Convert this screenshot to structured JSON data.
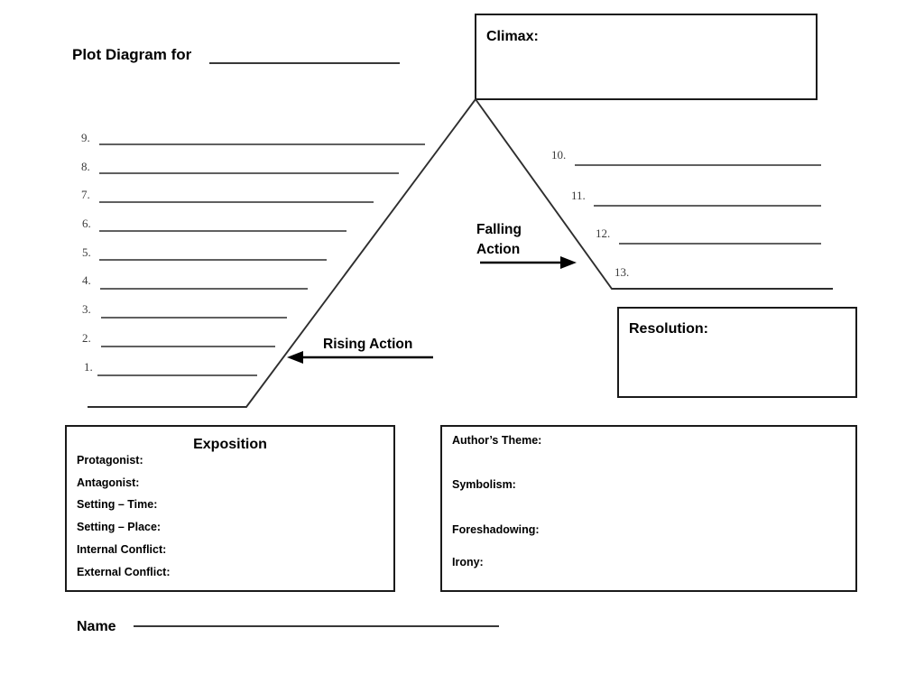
{
  "document": {
    "type": "plot-diagram-worksheet",
    "title_prefix": "Plot Diagram for",
    "title_blank": "",
    "name_label": "Name",
    "name_blank": ""
  },
  "colors": {
    "ink": "#000000",
    "line": "#2b2b2b",
    "box_border": "#1a1a1a",
    "number_ink": "#3a3a3a",
    "background": "#ffffff"
  },
  "climax": {
    "label": "Climax:",
    "value": ""
  },
  "resolution": {
    "label": "Resolution:",
    "value": ""
  },
  "stages": {
    "rising_action": "Rising Action",
    "falling_action_line1": "Falling",
    "falling_action_line2": "Action"
  },
  "rising_items": [
    {
      "number": "9.",
      "value": ""
    },
    {
      "number": "8.",
      "value": ""
    },
    {
      "number": "7.",
      "value": ""
    },
    {
      "number": "6.",
      "value": ""
    },
    {
      "number": "5.",
      "value": ""
    },
    {
      "number": "4.",
      "value": ""
    },
    {
      "number": "3.",
      "value": ""
    },
    {
      "number": "2.",
      "value": ""
    },
    {
      "number": "1.",
      "value": ""
    }
  ],
  "falling_items": [
    {
      "number": "10.",
      "value": ""
    },
    {
      "number": "11.",
      "value": ""
    },
    {
      "number": "12.",
      "value": ""
    },
    {
      "number": "13.",
      "value": ""
    }
  ],
  "exposition": {
    "title": "Exposition",
    "fields": [
      {
        "label": "Protagonist:",
        "value": ""
      },
      {
        "label": "Antagonist:",
        "value": ""
      },
      {
        "label": "Setting – Time:",
        "value": ""
      },
      {
        "label": "Setting – Place:",
        "value": ""
      },
      {
        "label": "Internal Conflict:",
        "value": ""
      },
      {
        "label": "External Conflict:",
        "value": ""
      }
    ]
  },
  "literary_elements": {
    "fields": [
      {
        "label": "Author’s Theme:",
        "value": ""
      },
      {
        "label": "Symbolism:",
        "value": ""
      },
      {
        "label": "Foreshadowing:",
        "value": ""
      },
      {
        "label": "Irony:",
        "value": ""
      }
    ]
  }
}
